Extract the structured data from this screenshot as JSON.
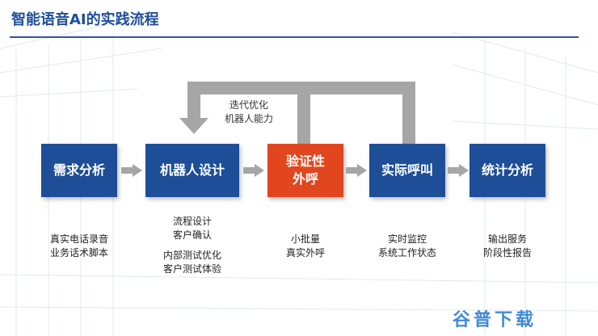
{
  "header": {
    "title": "智能语音AI的实践流程"
  },
  "loop": {
    "line1": "迭代优化",
    "line2": "机器人能力"
  },
  "steps": [
    {
      "label": "需求分析",
      "color": "#1e4e98",
      "desc": [
        "真实电话录音",
        "业务话术脚本"
      ]
    },
    {
      "label": "机器人设计",
      "color": "#1e4e98",
      "desc": [
        "流程设计",
        "客户确认",
        "内部测试优化",
        "客户测试体验"
      ]
    },
    {
      "label": "验证性\n外呼",
      "color": "#e2461e",
      "desc": [
        "小批量",
        "真实外呼"
      ]
    },
    {
      "label": "实际呼叫",
      "color": "#1e4e98",
      "desc": [
        "实时监控",
        "系统工作状态"
      ]
    },
    {
      "label": "统计分析",
      "color": "#1e4e98",
      "desc": [
        "输出服务",
        "阶段性报告"
      ]
    }
  ],
  "watermark": "谷普下载",
  "colors": {
    "accent": "#1e4e98",
    "highlight": "#e2461e",
    "connector": "#a6a6a6"
  }
}
